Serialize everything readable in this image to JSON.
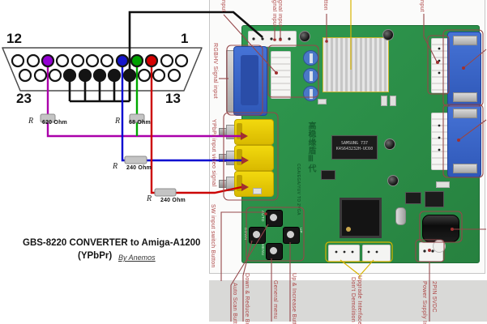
{
  "title": {
    "line1": "GBS-8220 CONVERTER to Amiga-A1200",
    "line2": "(YPbPr)",
    "byline": "By Anemos"
  },
  "connector": {
    "corners": {
      "tl": "12",
      "tr": "1",
      "bl": "23",
      "br": "13"
    },
    "resistor_prefix": "R",
    "resistors": {
      "r1": "620 Ohm",
      "r2": "68 Ohm",
      "r3": "240 Ohm",
      "r4": "240 Ohm"
    }
  },
  "photo": {
    "left_labels": {
      "rgbhv": "RGBHV Signal input",
      "ypbpr": "YPbPr input video signal",
      "sw": "SW input switch Button"
    },
    "top_fragments": {
      "f1": "nput",
      "f2a": "gnal input",
      "f2b": "gnal input",
      "f3": "tton",
      "f4": "nput"
    },
    "bottom_labels": {
      "auto": "Auto Scan Button",
      "down": "Down & Reduce Button",
      "menu": "General menu",
      "up": "Up & Increase Button",
      "upgrade1": "Upgrade Interface",
      "upgrade2": "Don't Demolition",
      "power1": "2PIN 5VDC",
      "power2": "Power Supply Input"
    }
  },
  "board": {
    "ram_chip_line1": "SAMSUNG  737",
    "ram_chip_line2": "K4S643232H-UC60",
    "silk_model": "CGA/EGA/YUV TO 2VGA",
    "silk_brand": "高稳缘盾Ⅲ代",
    "buttons": {
      "auto": "AUTO",
      "down": "DOWN",
      "up": "UP",
      "menu": "MENU"
    }
  },
  "colors": {
    "wire_purple": "#aa00aa",
    "wire_blue": "#0000d0",
    "wire_green": "#00a800",
    "wire_red": "#cc0000",
    "wire_black": "#101010",
    "callout_red": "#95474a",
    "callout_yellow": "#d8b400",
    "label_red": "#ad4545",
    "pcb_green": "#2a8b46",
    "vga_blue": "#3565cc",
    "rca_yellow": "#e9cb00"
  }
}
